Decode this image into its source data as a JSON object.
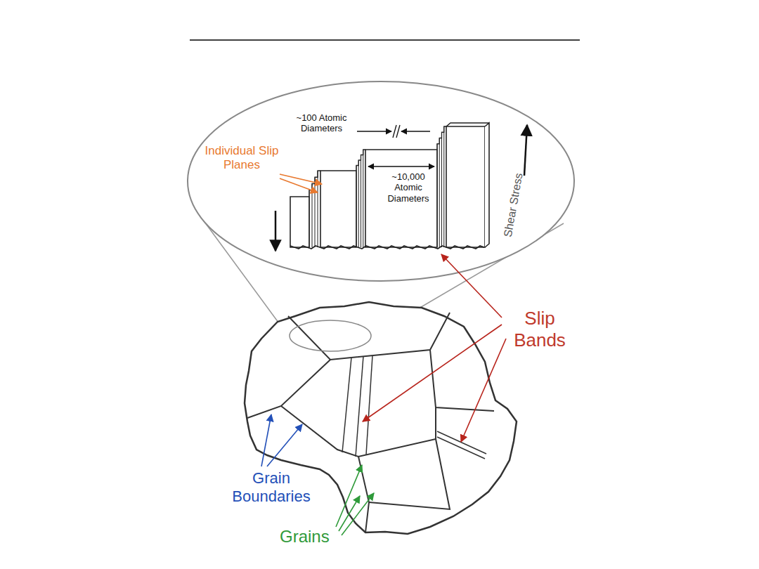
{
  "diagram": {
    "labels": [
      "~100 Atomic Diameters",
      "Individual Slip Planes",
      "~10,000 Atomic Diameters",
      "Shear Stress",
      "Slip Bands",
      "Grain Boundaries",
      "Grains"
    ]
  }
}
